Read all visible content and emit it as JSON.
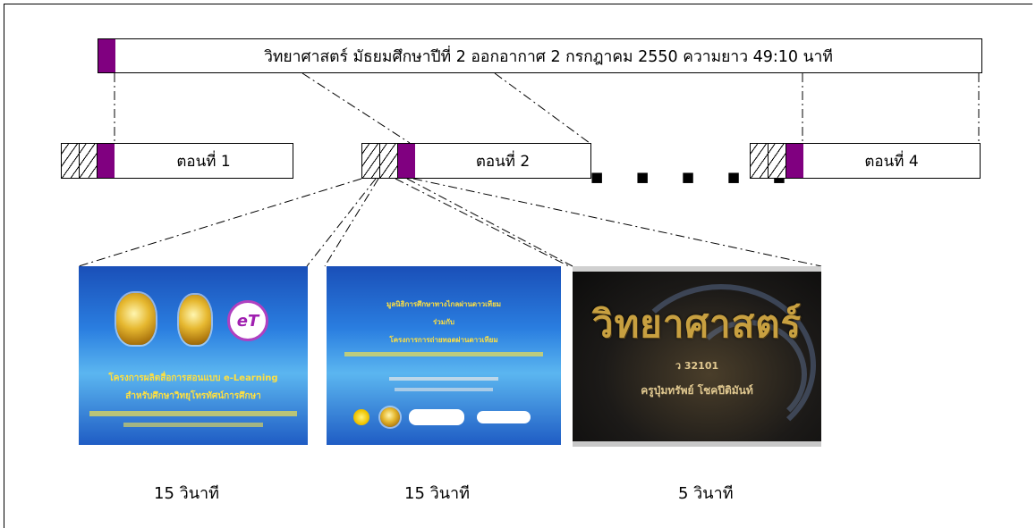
{
  "main_bar": {
    "label": "วิทยาศาสตร์ มัธยมศึกษาปีที่ 2 ออกอากาศ 2 กรกฎาคม 2550 ความยาว 49:10 นาที",
    "marker_color": "#800080"
  },
  "episodes": [
    {
      "label": "ตอนที่ 1"
    },
    {
      "label": "ตอนที่ 2"
    },
    {
      "label": "ตอนที่ 4"
    }
  ],
  "ellipsis": "■ ■ ■ ■ ■",
  "slides": [
    {
      "caption": "15 วินาที",
      "line1": "โครงการผลิตสื่อการสอนแบบ e-Learning",
      "line2": "สำหรับศึกษาวิทยุโทรทัศน์การศึกษา"
    },
    {
      "caption": "15 วินาที",
      "line1": "มูลนิธิการศึกษาทางไกลผ่านดาวเทียม",
      "line2": "ร่วมกับ",
      "line3": "โครงการการถ่ายทอดผ่านดาวเทียม"
    },
    {
      "caption": "5 วินาที",
      "title": "วิทยาศาสตร์",
      "course": "ว 32101",
      "teacher": "ครูปุ่มทรัพย์ โชคปีติมันท์"
    }
  ]
}
